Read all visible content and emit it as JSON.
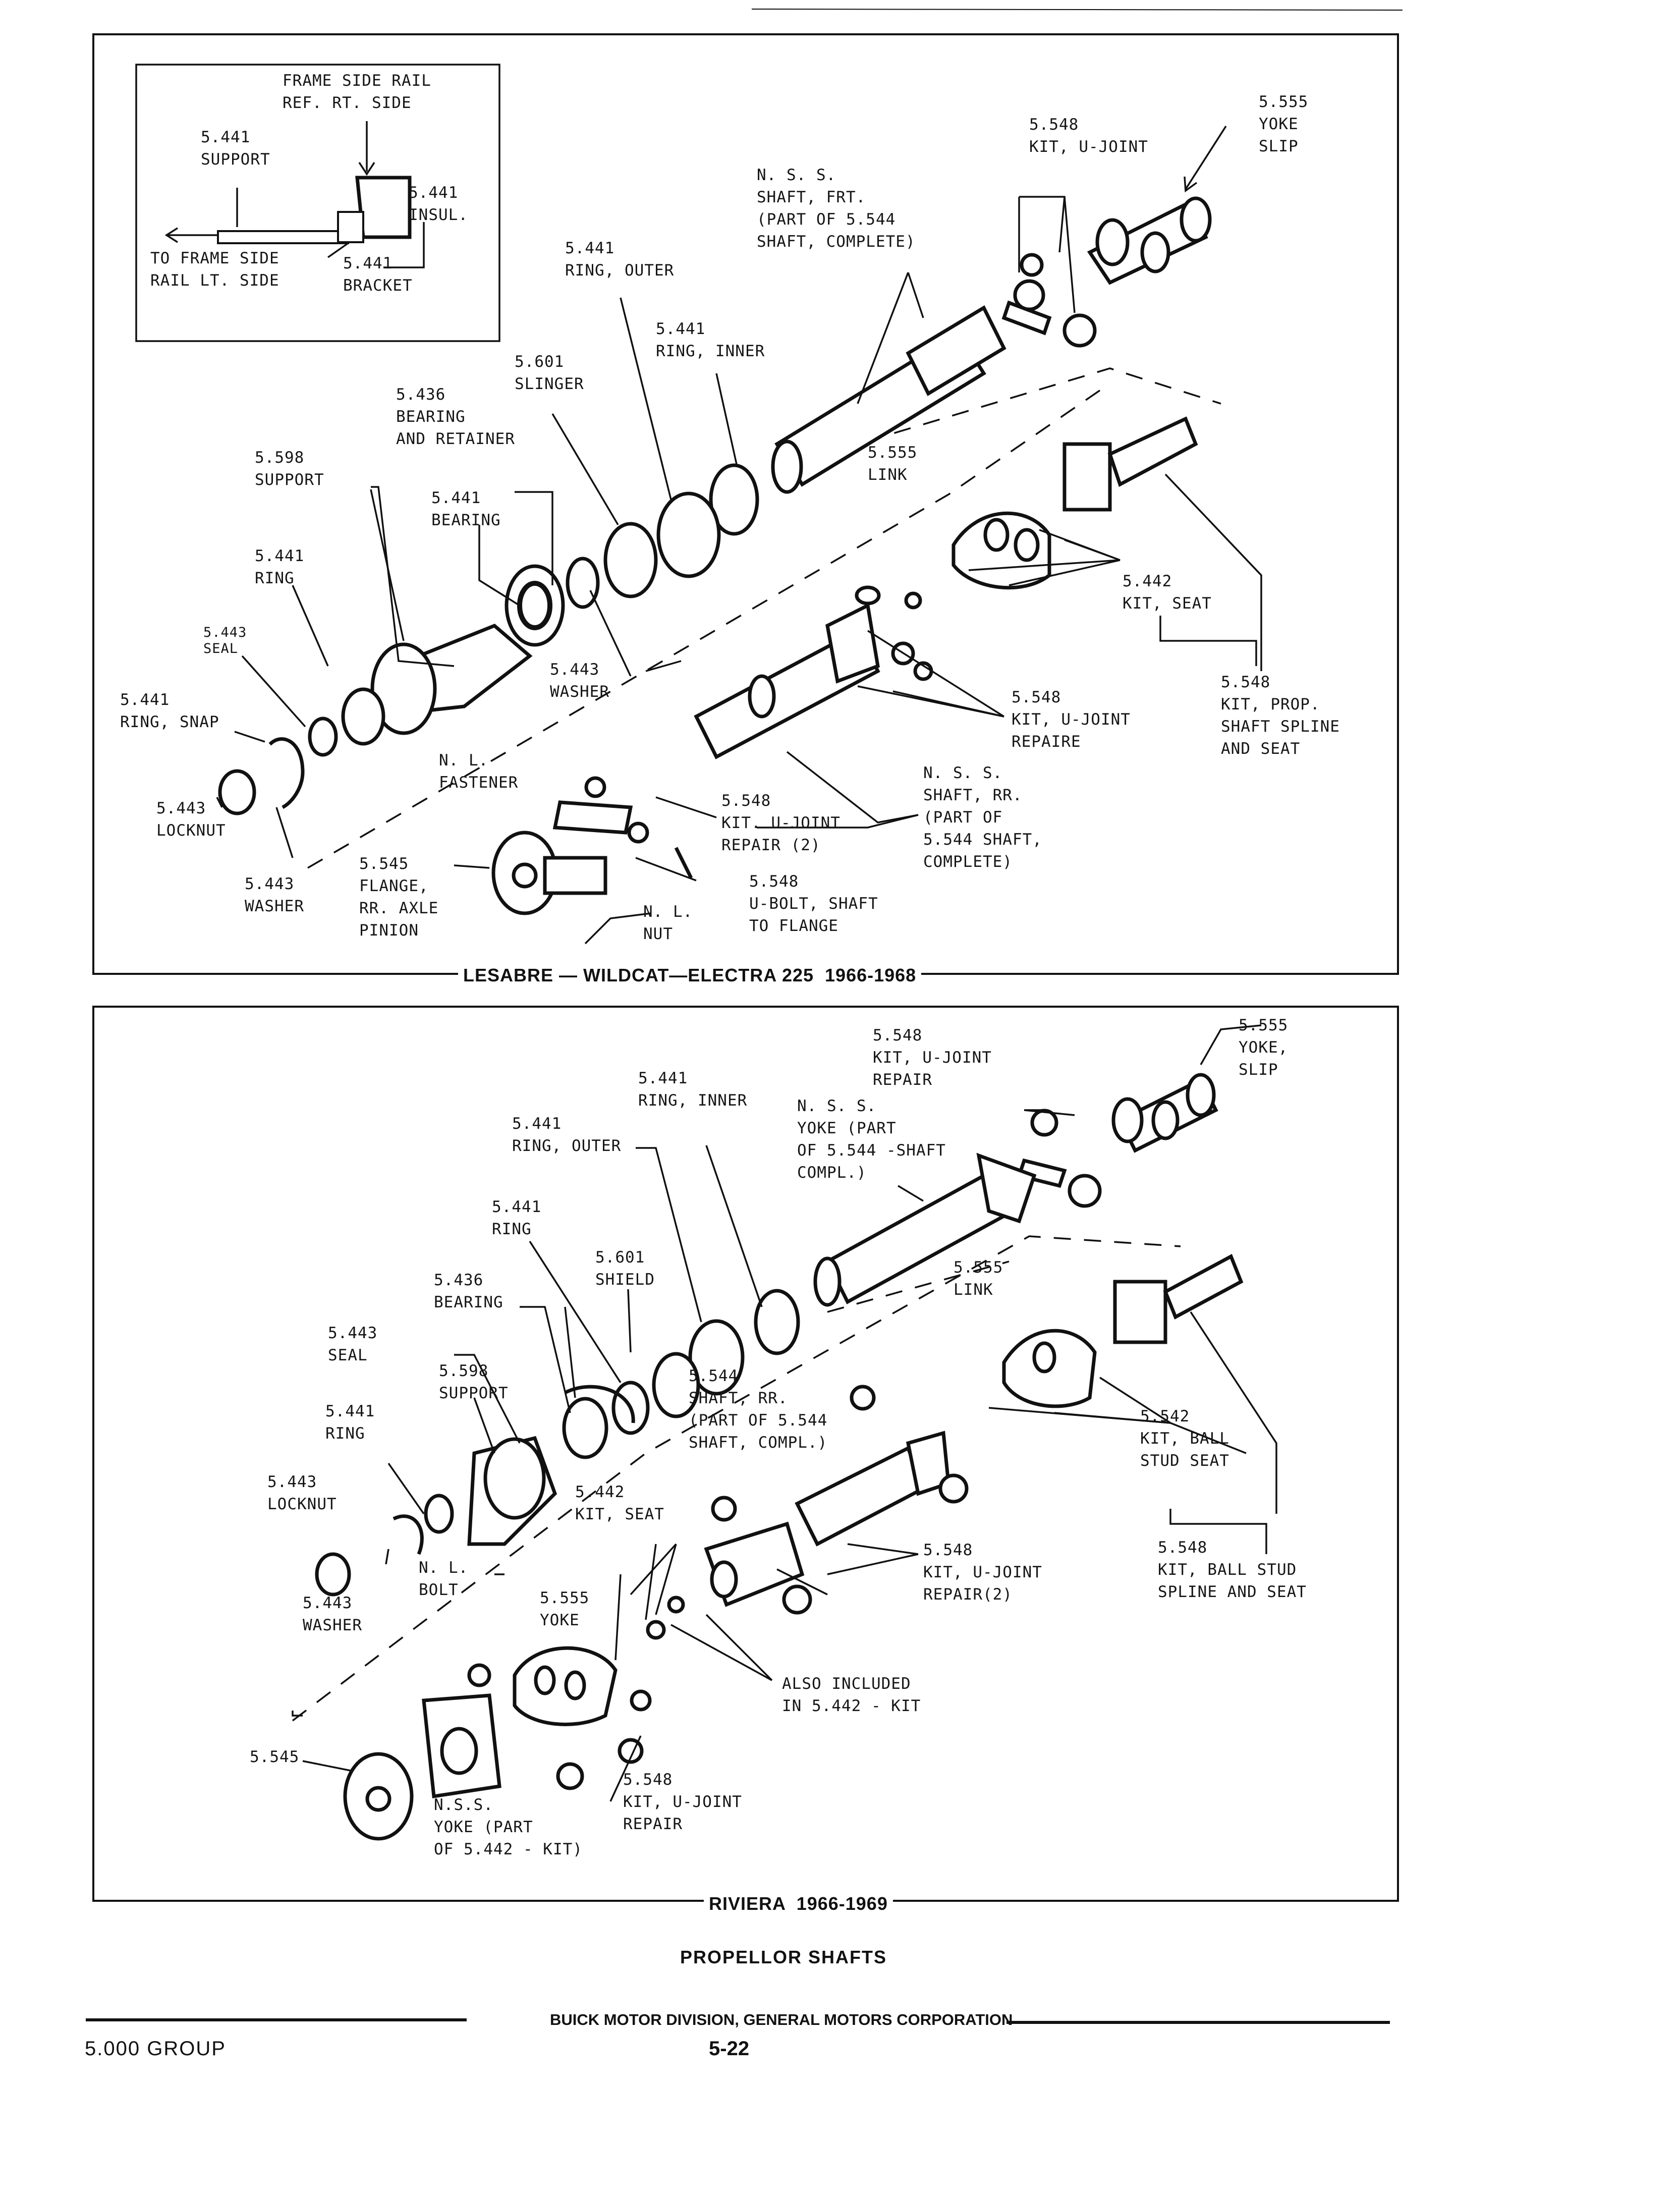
{
  "diagram_top": {
    "caption": "LESABRE — WILDCAT—ELECTRA 225  1966-1968",
    "inset": [
      {
        "id": "frame",
        "text": "FRAME SIDE RAIL\nREF. RT. SIDE"
      },
      {
        "id": "support",
        "text": "5.441\nSUPPORT"
      },
      {
        "id": "insul",
        "text": "5.441\nINSUL."
      },
      {
        "id": "toframe",
        "text": "TO FRAME SIDE\nRAIL LT. SIDE"
      },
      {
        "id": "bracket",
        "text": "5.441\nBRACKET"
      }
    ],
    "labels": [
      {
        "id": "ring_outer",
        "text": "5.441\nRING, OUTER"
      },
      {
        "id": "shaft_frt",
        "text": "N. S. S.\nSHAFT, FRT.\n(PART OF 5.544\nSHAFT, COMPLETE)"
      },
      {
        "id": "kit_ujoint",
        "text": "5.548\nKIT, U-JOINT"
      },
      {
        "id": "yoke_slip",
        "text": "5.555\nYOKE\nSLIP"
      },
      {
        "id": "ring_inner",
        "text": "5.441\nRING, INNER"
      },
      {
        "id": "slinger",
        "text": "5.601\nSLINGER"
      },
      {
        "id": "bearing_ret",
        "text": "5.436\nBEARING\nAND RETAINER"
      },
      {
        "id": "support",
        "text": "5.598\nSUPPORT"
      },
      {
        "id": "bearing",
        "text": "5.441\nBEARING"
      },
      {
        "id": "link",
        "text": "5.555\nLINK"
      },
      {
        "id": "ring",
        "text": "5.441\nRING"
      },
      {
        "id": "seal",
        "text": "5.443\nSEAL"
      },
      {
        "id": "kit_seat",
        "text": "5.442\nKIT, SEAT"
      },
      {
        "id": "washer_443",
        "text": "5.443\nWASHER"
      },
      {
        "id": "ring_snap",
        "text": "5.441\nRING, SNAP"
      },
      {
        "id": "kit_prop",
        "text": "5.548\nKIT, PROP.\nSHAFT SPLINE\nAND SEAT"
      },
      {
        "id": "kit_ujoint_rep",
        "text": "5.548\nKIT, U-JOINT\nREPAIRE"
      },
      {
        "id": "fastener",
        "text": "N. L.\nFASTENER"
      },
      {
        "id": "shaft_rr",
        "text": "N. S. S.\nSHAFT, RR.\n(PART OF\n5.544 SHAFT,\nCOMPLETE)"
      },
      {
        "id": "locknut",
        "text": "5.443\nLOCKNUT"
      },
      {
        "id": "kit_ujoint_rep2",
        "text": "5.548\nKIT. U-JOINT\nREPAIR (2)"
      },
      {
        "id": "flange",
        "text": "5.545\nFLANGE,\nRR. AXLE\nPINION"
      },
      {
        "id": "ubolt",
        "text": "5.548\nU-BOLT, SHAFT\nTO FLANGE"
      },
      {
        "id": "washer_low",
        "text": "5.443\nWASHER"
      },
      {
        "id": "nut",
        "text": "N. L.\nNUT"
      }
    ]
  },
  "diagram_bottom": {
    "caption": "RIVIERA  1966-1969",
    "labels": [
      {
        "id": "kit_ujoint_rep",
        "text": "5.548\nKIT, U-JOINT\nREPAIR"
      },
      {
        "id": "yoke_slip",
        "text": "5.555\nYOKE,\nSLIP"
      },
      {
        "id": "ring_inner",
        "text": "5.441\nRING, INNER"
      },
      {
        "id": "yoke_part",
        "text": "N. S. S.\nYOKE (PART\nOF 5.544 -SHAFT\nCOMPL.)"
      },
      {
        "id": "ring_outer",
        "text": "5.441\nRING, OUTER"
      },
      {
        "id": "ring",
        "text": "5.441\nRING"
      },
      {
        "id": "shield",
        "text": "5.601\nSHIELD"
      },
      {
        "id": "link",
        "text": "5.555\nLINK"
      },
      {
        "id": "bearing",
        "text": "5.436\nBEARING"
      },
      {
        "id": "seal",
        "text": "5.443\nSEAL"
      },
      {
        "id": "support",
        "text": "5.598\nSUPPORT"
      },
      {
        "id": "shaft_rr",
        "text": "5.544\nSHAFT, RR.\n(PART OF 5.544\nSHAFT, COMPL.)"
      },
      {
        "id": "kit_ball",
        "text": "5.542\nKIT, BALL\nSTUD SEAT"
      },
      {
        "id": "ring2",
        "text": "5.441\nRING"
      },
      {
        "id": "locknut",
        "text": "5.443\nLOCKNUT"
      },
      {
        "id": "kit_seat",
        "text": "5.442\nKIT, SEAT"
      },
      {
        "id": "bolt",
        "text": "N. L.\nBOLT"
      },
      {
        "id": "kit_ujoint_rep2",
        "text": "5.548\nKIT, U-JOINT\nREPAIR(2)"
      },
      {
        "id": "kit_ballstud",
        "text": "5.548\nKIT, BALL STUD\nSPLINE AND SEAT"
      },
      {
        "id": "washer",
        "text": "5.443\nWASHER"
      },
      {
        "id": "yoke",
        "text": "5.555\nYOKE"
      },
      {
        "id": "also",
        "text": "ALSO INCLUDED\nIN 5.442 - KIT"
      },
      {
        "id": "flange",
        "text": "5.545"
      },
      {
        "id": "kit_ujoint_low",
        "text": "5.548\nKIT, U-JOINT\nREPAIR"
      },
      {
        "id": "yoke_nss",
        "text": "N.S.S.\nYOKE (PART\nOF 5.442 - KIT)"
      }
    ]
  },
  "title": "PROPELLOR SHAFTS",
  "footer": {
    "company": "BUICK MOTOR DIVISION, GENERAL MOTORS CORPORATION",
    "group": "5.000 GROUP",
    "page": "5-22"
  }
}
